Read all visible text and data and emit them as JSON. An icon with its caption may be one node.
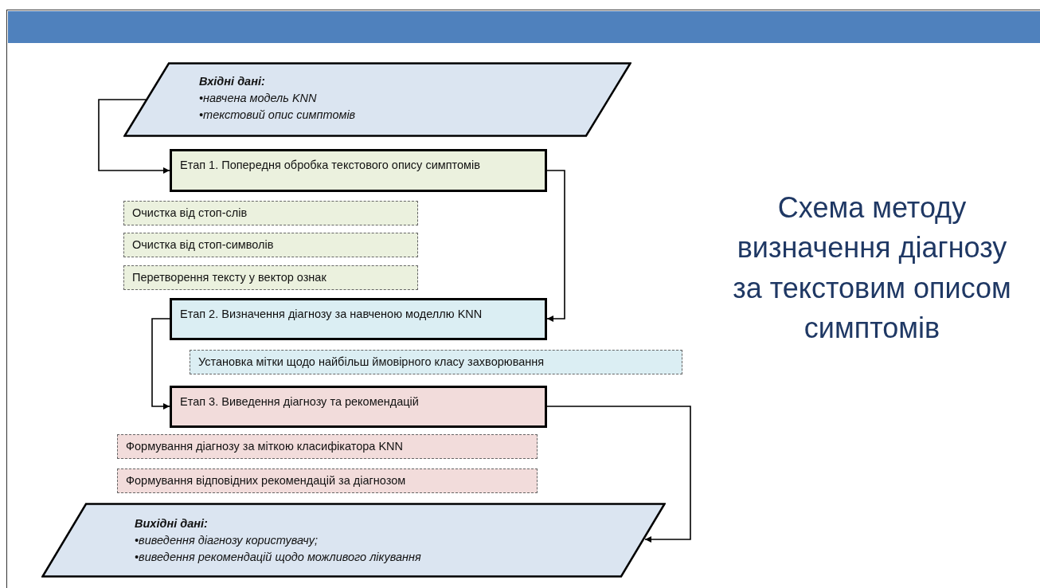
{
  "diagram": {
    "title": "Схема методу визначення діагнозу за текстовим описом симптомів",
    "nodes": [
      {
        "text": [
          "Вхідні дані:",
          "•навчена модель KNN",
          "•текстовий опис симптомів"
        ]
      },
      {
        "text": [
          "Етап 1. Попередня обробка текстового опису симптомів"
        ]
      },
      {
        "text": [
          "Очистка від стоп-слів"
        ]
      },
      {
        "text": [
          "Очистка від стоп-символів"
        ]
      },
      {
        "text": [
          "Перетворення тексту у вектор ознак"
        ]
      },
      {
        "text": [
          "Етап 2. Визначення діагнозу за навченою моделлю KNN"
        ]
      },
      {
        "text": [
          "Установка мітки щодо найбільш ймовірного класу захворювання"
        ]
      },
      {
        "text": [
          "Етап 3. Виведення діагнозу та рекомендацій"
        ]
      },
      {
        "text": [
          "Формування діагнозу за міткою класифікатора KNN"
        ]
      },
      {
        "text": [
          "Формування відповідних рекомендацій за діагнозом"
        ]
      },
      {
        "text": [
          "Вихідні дані:",
          "•виведення діагнозу користувачу;",
          "•виведення рекомендацій щодо можливого лікування"
        ]
      }
    ],
    "edges": [
      {
        "from": 0,
        "to": 1,
        "arrow": "to"
      },
      {
        "from": 1,
        "to": 5,
        "arrow": "to"
      },
      {
        "from": 5,
        "to": 7,
        "arrow": "to"
      },
      {
        "from": 7,
        "to": 10,
        "arrow": "to"
      }
    ]
  }
}
